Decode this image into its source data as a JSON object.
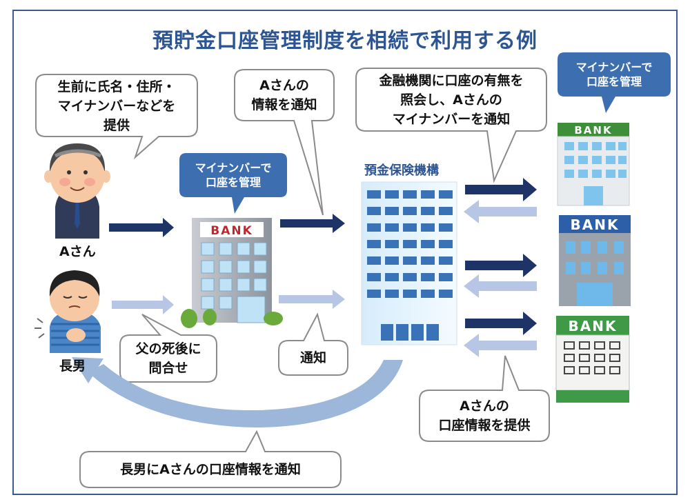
{
  "title": "預貯金口座管理制度を相続で利用する例",
  "bubbles": {
    "provide": [
      "生前に氏名・住所・",
      "マイナンバーなどを",
      "提供"
    ],
    "notify_info": [
      "Aさんの",
      "情報を通知"
    ],
    "inquire": [
      "金融機関に口座の有無を",
      "照会し、Aさんの",
      "マイナンバーを通知"
    ],
    "inquiry_after_death": [
      "父の死後に",
      "問合せ"
    ],
    "notify": [
      "通知"
    ],
    "provide_account": [
      "Aさんの",
      "口座情報を提供"
    ],
    "notify_son": [
      "長男にAさんの口座情報を通知"
    ]
  },
  "blue_bubbles": {
    "bank_manage": [
      "マイナンバーで",
      "口座を管理"
    ],
    "right_manage": [
      "マイナンバーで",
      "口座を管理"
    ]
  },
  "labels": {
    "person_a": "Aさん",
    "eldest_son": "長男",
    "deposit_insurance": "預金保険機構",
    "bank_sign": "BANK"
  },
  "colors": {
    "title": "#2c5592",
    "dark_arrow": "#1f3466",
    "light_arrow": "#b7c6e4",
    "blue_bubble": "#3d6fb0",
    "frame": "#3a5a8c",
    "bubble_border": "#8a8a8a"
  }
}
